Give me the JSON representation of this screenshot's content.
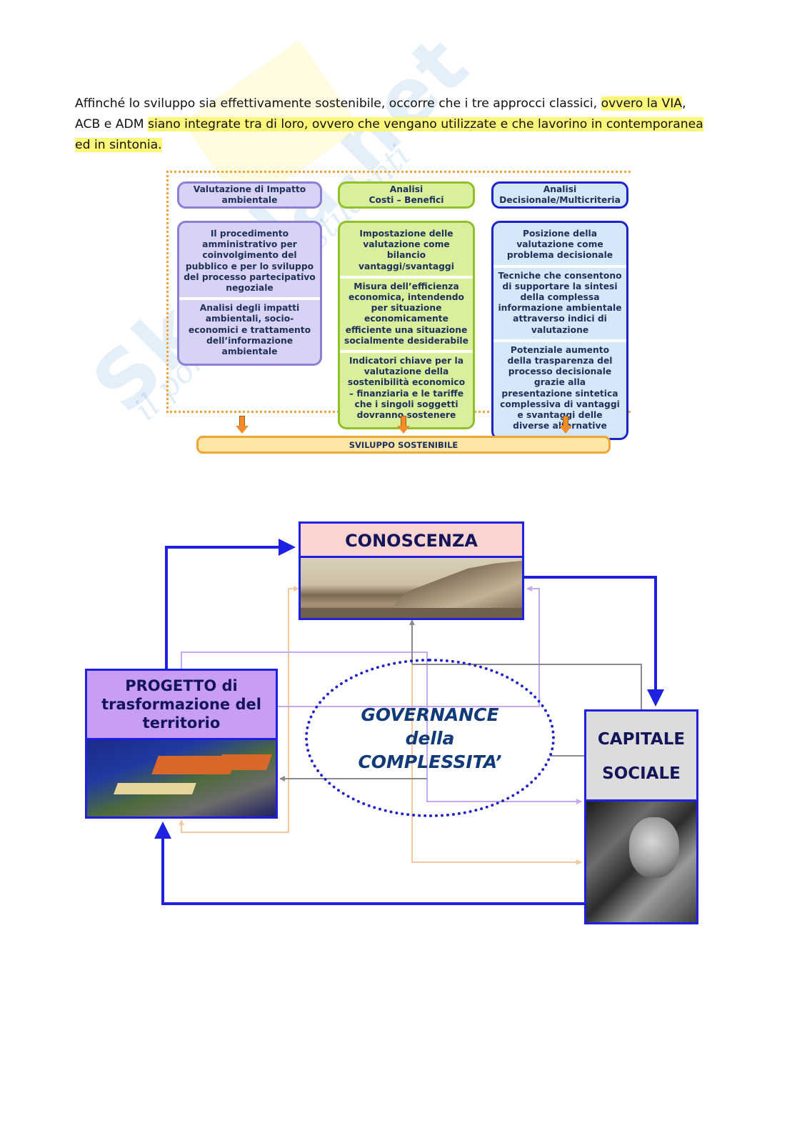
{
  "watermark": {
    "brand": "Skuola.net",
    "tagline": "il portale degli studenti"
  },
  "intro": {
    "segments": [
      {
        "text": "Affinché lo sviluppo sia effettivamente sostenibile, occorre che i tre approcci classici, ",
        "highlight": false
      },
      {
        "text": "ovvero la VIA",
        "highlight": true
      },
      {
        "text": ",",
        "highlight": false
      },
      {
        "text": "ACB e ADM ",
        "highlight": false
      },
      {
        "text": "siano integrate tra di loro, ovvero che vengano utilizzate  e che lavorino in contemporanea",
        "highlight": true
      },
      {
        "text": "ed in sintonia.",
        "highlight": true
      }
    ],
    "line1_plain": "Affinché lo sviluppo sia effettivamente sostenibile, occorre che i tre approcci classici, ",
    "line1_highlight": "ovvero la VIA",
    "line1_tail": ",",
    "line2_plain": "ACB e ADM ",
    "line2_highlight": "siano integrate tra di loro, ovvero che vengano utilizzate  e che lavorino in contemporanea",
    "line3_highlight": "ed in sintonia.",
    "highlight_color": "#fbf77a"
  },
  "approaches_diagram": {
    "border_color": "#f2a33a",
    "columns": [
      {
        "id": "via",
        "title": "Valutazione di Impatto ambientale",
        "fill": "#d8d3f4",
        "stroke": "#8c80d6",
        "items": [
          "Il procedimento amministrativo per coinvolgimento del pubblico e per lo sviluppo del processo partecipativo negoziale",
          "Analisi degli impatti ambientali, socio-economici e trattamento dell’informazione ambientale"
        ]
      },
      {
        "id": "acb",
        "title_line1": "Analisi",
        "title_line2": "Costi – Benefici",
        "fill": "#d9ef9b",
        "stroke": "#8fc02a",
        "items": [
          "Impostazione delle valutazione come bilancio vantaggi/svantaggi",
          "Misura dell’efficienza economica, intendendo per situazione economicamente efficiente una situazione socialmente desiderabile",
          "Indicatori chiave per la valutazione della sostenibilità economico – finanziaria e le tariffe che i singoli soggetti dovranno sostenere"
        ]
      },
      {
        "id": "adm",
        "title_line1": "Analisi",
        "title_line2": "Decisionale/Multicriteria",
        "fill": "#d5e8fa",
        "stroke": "#1d23c8",
        "items": [
          "Posizione della valutazione come problema decisionale",
          "Tecniche che consentono di supportare la sintesi della complessa informazione ambientale attraverso indici di valutazione",
          "Potenziale aumento della trasparenza del processo decisionale grazie alla presentazione sintetica complessiva di vantaggi e svantaggi delle diverse alternative"
        ]
      }
    ],
    "arrow_icon": "down-arrow-icon",
    "arrow_color": "#f28c2a",
    "result_label": "SVILUPPO SOSTENIBILE"
  },
  "governance_diagram": {
    "nodes": {
      "conoscenza": {
        "title": "CONOSCENZA",
        "fill": "#fbd3d1",
        "image": "historic-harbour-town-photo"
      },
      "progetto": {
        "title_line1": "PROGETTO di",
        "title_line2": "trasformazione del",
        "title_line3": "territorio",
        "fill": "#c79df6",
        "image": "urban-project-rendering"
      },
      "capitale": {
        "title_line1": "CAPITALE",
        "title_line2": "SOCIALE",
        "fill": "#dcdcdc",
        "image": "fisherman-portrait-photo"
      },
      "governance": {
        "line1": "GOVERNANCE",
        "line2": "della",
        "line3": "COMPLESSITA’"
      }
    },
    "colors": {
      "main_arrow": "#1e22e0",
      "ellipse": "#1e22c8",
      "gray_link": "#8a8a8a",
      "purple_link": "#c6a8f0",
      "orange_link": "#f6c99c"
    },
    "main_cycle": [
      "progetto → conoscenza",
      "conoscenza → capitale",
      "capitale → progetto"
    ]
  }
}
